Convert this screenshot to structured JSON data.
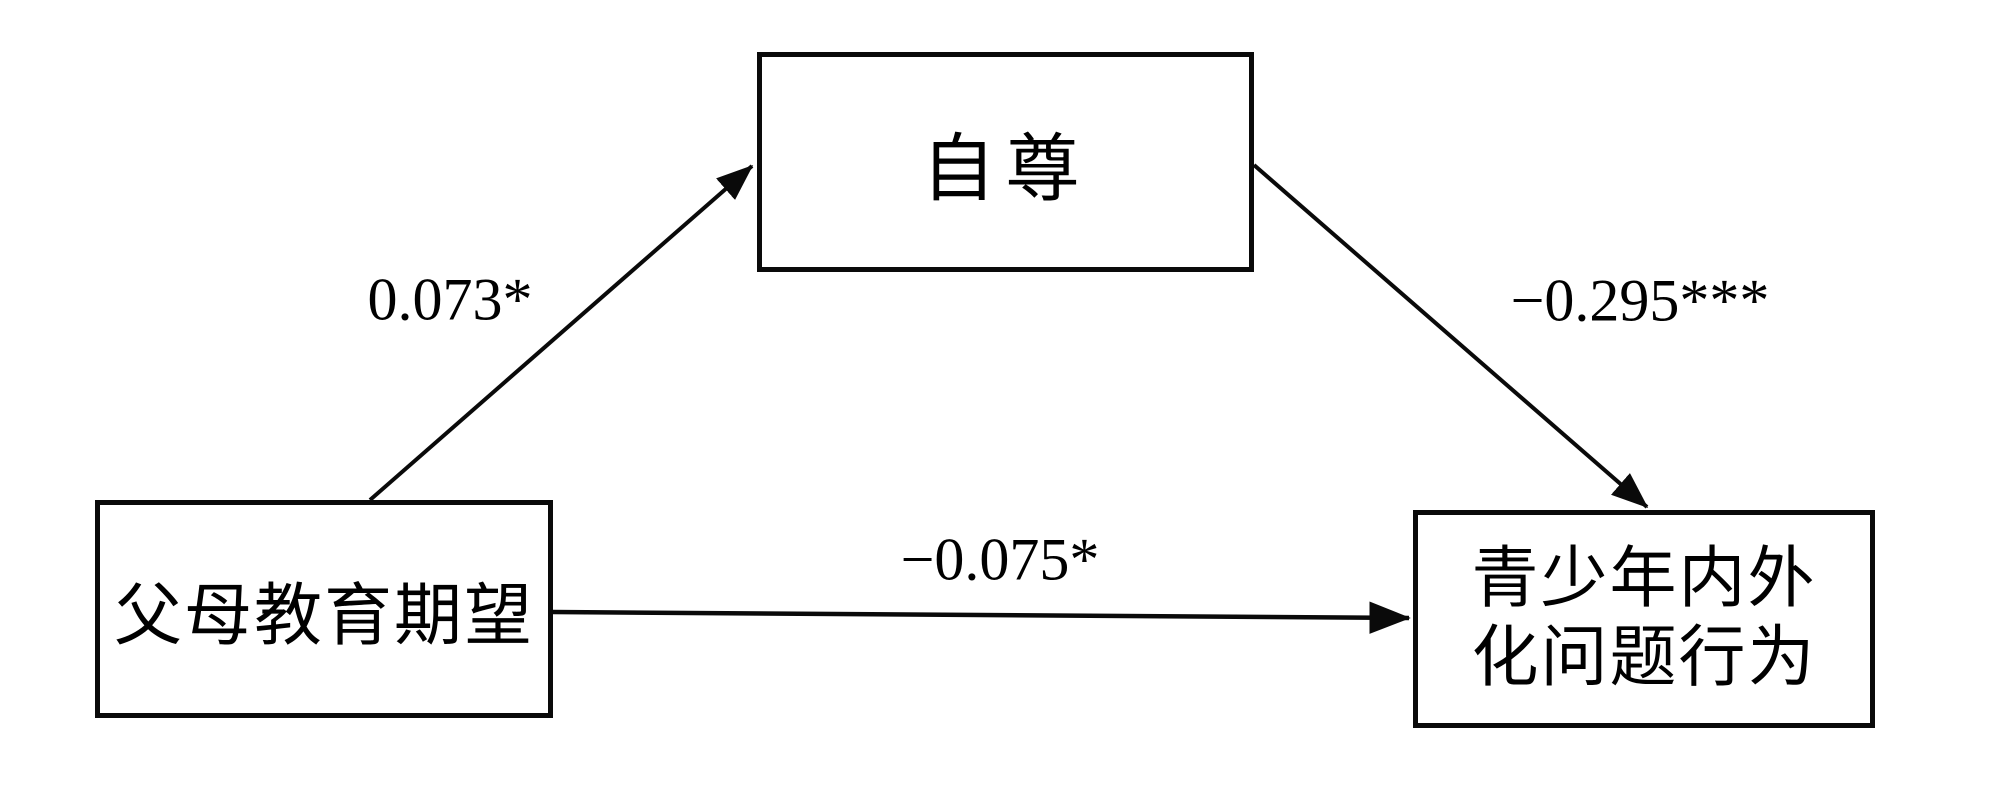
{
  "diagram": {
    "type": "mediation-path-model",
    "background_color": "#ffffff",
    "line_color": "#000000",
    "text_color": "#000000",
    "nodes": {
      "mediator": {
        "label": "自尊"
      },
      "predictor": {
        "label": "父母教育期望"
      },
      "outcome": {
        "label": "青少年内外化问题行为",
        "lines": [
          "青少年内外",
          "化问题行为"
        ]
      }
    },
    "edges": {
      "a_path": {
        "from": "父母教育期望",
        "to": "自尊",
        "label": "0.073*"
      },
      "b_path": {
        "from": "自尊",
        "to": "青少年内外化问题行为",
        "label": "−0.295***"
      },
      "c_path": {
        "from": "父母教育期望",
        "to": "青少年内外化问题行为",
        "label": "−0.075*"
      }
    }
  }
}
